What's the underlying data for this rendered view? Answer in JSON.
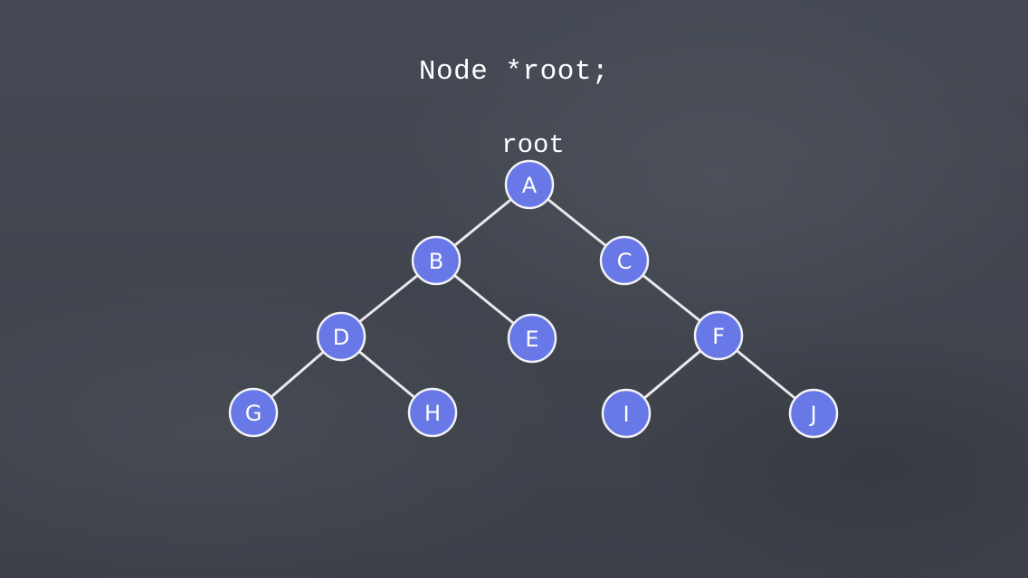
{
  "title": "Node *root;",
  "root_label": "root",
  "nodes": [
    {
      "id": "A",
      "label": "A"
    },
    {
      "id": "B",
      "label": "B"
    },
    {
      "id": "C",
      "label": "C"
    },
    {
      "id": "D",
      "label": "D"
    },
    {
      "id": "E",
      "label": "E"
    },
    {
      "id": "F",
      "label": "F"
    },
    {
      "id": "G",
      "label": "G"
    },
    {
      "id": "H",
      "label": "H"
    },
    {
      "id": "I",
      "label": "I"
    },
    {
      "id": "J",
      "label": "J"
    }
  ],
  "edges": [
    {
      "from": "A",
      "to": "B"
    },
    {
      "from": "A",
      "to": "C"
    },
    {
      "from": "B",
      "to": "D"
    },
    {
      "from": "B",
      "to": "E"
    },
    {
      "from": "C",
      "to": "F"
    },
    {
      "from": "D",
      "to": "G"
    },
    {
      "from": "D",
      "to": "H"
    },
    {
      "from": "F",
      "to": "I"
    },
    {
      "from": "F",
      "to": "J"
    }
  ],
  "colors": {
    "background": "#3f444d",
    "node_fill": "#6878e6",
    "node_stroke": "#f2f2f5",
    "edge": "#e9e9ec",
    "text": "#ffffff"
  }
}
